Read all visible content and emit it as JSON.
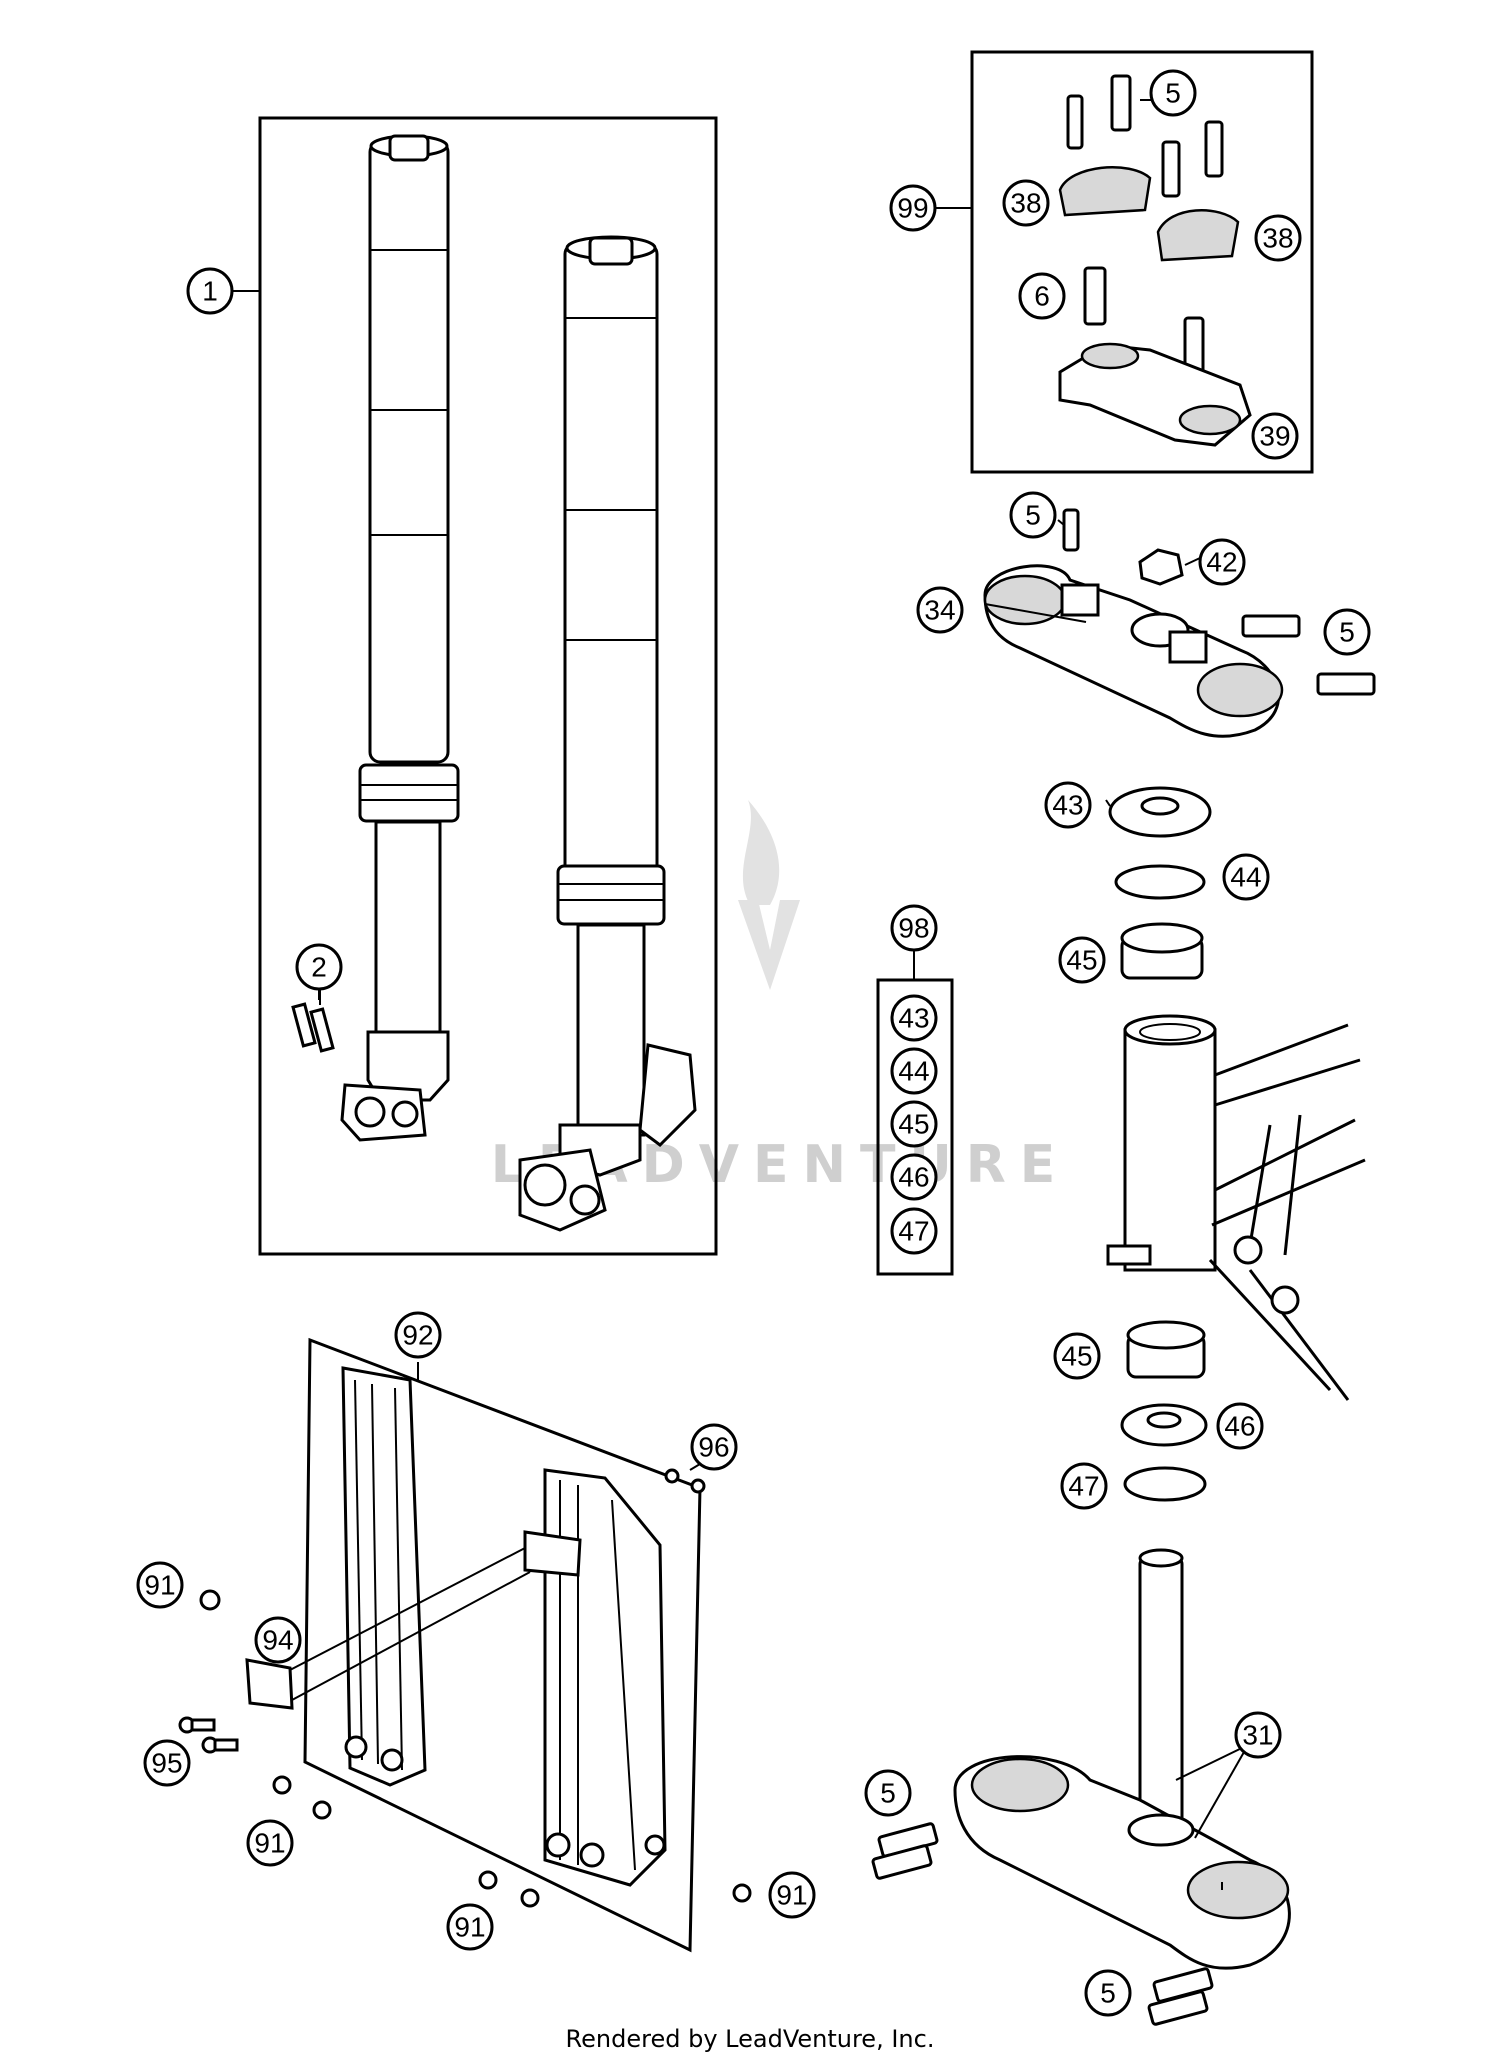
{
  "watermark": {
    "text": "LEADVENTURE"
  },
  "callouts": [
    {
      "id": "c1",
      "label": "1"
    },
    {
      "id": "c2",
      "label": "2"
    },
    {
      "id": "c99",
      "label": "99"
    },
    {
      "id": "c5a",
      "label": "5"
    },
    {
      "id": "c38a",
      "label": "38"
    },
    {
      "id": "c38b",
      "label": "38"
    },
    {
      "id": "c6",
      "label": "6"
    },
    {
      "id": "c39",
      "label": "39"
    },
    {
      "id": "c5b",
      "label": "5"
    },
    {
      "id": "c42",
      "label": "42"
    },
    {
      "id": "c34",
      "label": "34"
    },
    {
      "id": "c5c",
      "label": "5"
    },
    {
      "id": "c43a",
      "label": "43"
    },
    {
      "id": "c44a",
      "label": "44"
    },
    {
      "id": "c98",
      "label": "98"
    },
    {
      "id": "c45a",
      "label": "45"
    },
    {
      "id": "k43",
      "label": "43"
    },
    {
      "id": "k44",
      "label": "44"
    },
    {
      "id": "k45",
      "label": "45"
    },
    {
      "id": "k46",
      "label": "46"
    },
    {
      "id": "k47",
      "label": "47"
    },
    {
      "id": "c45b",
      "label": "45"
    },
    {
      "id": "c46",
      "label": "46"
    },
    {
      "id": "c47",
      "label": "47"
    },
    {
      "id": "c92",
      "label": "92"
    },
    {
      "id": "c96",
      "label": "96"
    },
    {
      "id": "c91a",
      "label": "91"
    },
    {
      "id": "c94",
      "label": "94"
    },
    {
      "id": "c95",
      "label": "95"
    },
    {
      "id": "c91b",
      "label": "91"
    },
    {
      "id": "c91c",
      "label": "91"
    },
    {
      "id": "c91d",
      "label": "91"
    },
    {
      "id": "c31",
      "label": "31"
    },
    {
      "id": "c5d",
      "label": "5"
    },
    {
      "id": "c5e",
      "label": "5"
    }
  ],
  "footer": {
    "text": "Rendered by LeadVenture, Inc."
  }
}
